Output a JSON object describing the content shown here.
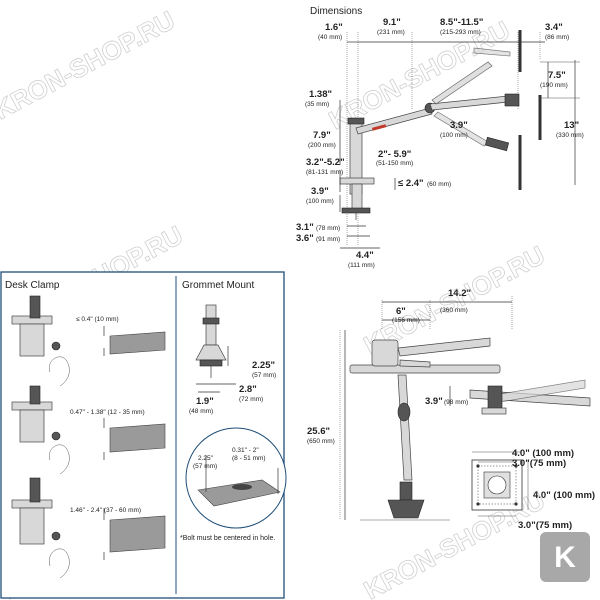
{
  "titles": {
    "dimensions": "Dimensions",
    "desk_clamp": "Desk Clamp",
    "grommet_mount": "Grommet Mount"
  },
  "top": {
    "d1": {
      "in": "1.6\"",
      "mm": "(40 mm)"
    },
    "d2": {
      "in": "9.1\"",
      "mm": "(231 mm)"
    },
    "d3": {
      "in": "8.5\"-11.5\"",
      "mm": "(215-293 mm)"
    },
    "d4": {
      "in": "3.4\"",
      "mm": "(86 mm)"
    },
    "d5": {
      "in": "7.5\"",
      "mm": "(190 mm)"
    },
    "d6": {
      "in": "13\"",
      "mm": "(330 mm)"
    },
    "d7": {
      "in": "1.38\"",
      "mm": "(35 mm)"
    },
    "d8": {
      "in": "3.9\"",
      "mm": "(100 mm)"
    },
    "d9": {
      "in": "7.9\"",
      "mm": "(200 mm)"
    },
    "d10": {
      "in": "2\"- 5.9\"",
      "mm": "(51-150 mm)"
    },
    "d11": {
      "in": "3.2\"-5.2\"",
      "mm": "(81-131 mm)"
    },
    "d12": {
      "in": "≤ 2.4\"",
      "mm": "(60 mm)"
    },
    "d13": {
      "in": "3.9\"",
      "mm": "(100 mm)"
    },
    "d14": {
      "in": "3.1\"",
      "mm": "(78 mm)"
    },
    "d15": {
      "in": "3.6\"",
      "mm": "(91 mm)"
    },
    "d16": {
      "in": "4.4\"",
      "mm": "(111 mm)"
    }
  },
  "clamp": {
    "c1": "≤ 0.4\" (10 mm)",
    "c2": "0.47\" - 1.38\" (12 - 35 mm)",
    "c3": "1.46\" - 2.4\" (37 - 60 mm)"
  },
  "grommet": {
    "g1": {
      "in": "2.25\"",
      "mm": "(57 mm)"
    },
    "g2": {
      "in": "2.8\"",
      "mm": "(72 mm)"
    },
    "g3": {
      "in": "1.9\"",
      "mm": "(48 mm)"
    },
    "g4": {
      "in": "2.25\"",
      "mm": "(57 mm)"
    },
    "g5": {
      "in": "0.31\" - 2\"",
      "mm": "(8 - 51 mm)"
    },
    "note": "*Bolt must be centered in hole."
  },
  "side": {
    "s1": {
      "in": "6\"",
      "mm": "(156 mm)"
    },
    "s2": {
      "in": "14.2\"",
      "mm": "(360 mm)"
    },
    "s3": {
      "in": "3.9\"",
      "mm": "(98 mm)"
    },
    "s4": {
      "in": "25.6\"",
      "mm": "(650 mm)"
    }
  },
  "vesa": {
    "v1": "4.0\" (100 mm)",
    "v2": "3.0\"(75 mm)",
    "v3": "4.0\" (100 mm)",
    "v4": "3.0\"(75 mm)"
  },
  "watermark": {
    "text": "KRON-SHOP.RU",
    "badge_letter": "K"
  }
}
